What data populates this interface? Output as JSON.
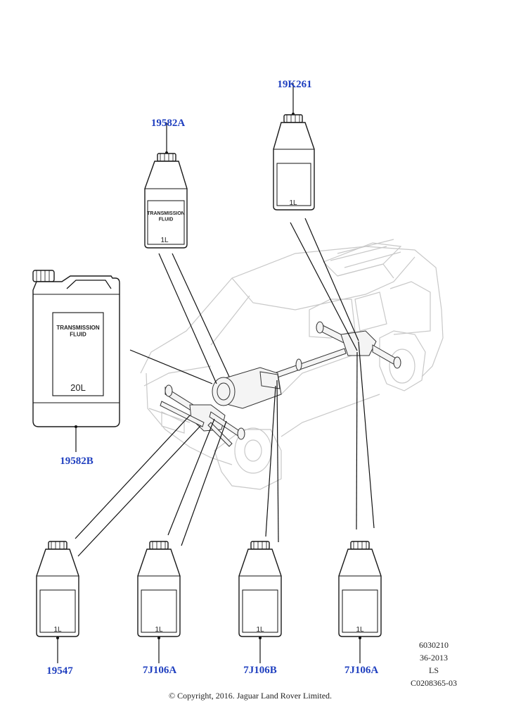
{
  "parts": [
    {
      "id": "19582A",
      "capacity": "1L",
      "label": "TRANSMISSION\nFLUID"
    },
    {
      "id": "19K261",
      "capacity": "1L"
    },
    {
      "id": "19582B",
      "capacity": "20L",
      "label": "TRANSMISSION\nFLUID"
    },
    {
      "id": "19547",
      "capacity": "1L"
    },
    {
      "id": "7J106A",
      "capacity": "1L"
    },
    {
      "id": "7J106B",
      "capacity": "1L"
    },
    {
      "id": "7J106A",
      "capacity": "1L"
    }
  ],
  "meta": {
    "line1": "6030210",
    "line2": "36-2013",
    "line3": "LS",
    "line4": "C0208365-03"
  },
  "copyright": "© Copyright, 2016. Jaguar Land Rover Limited."
}
